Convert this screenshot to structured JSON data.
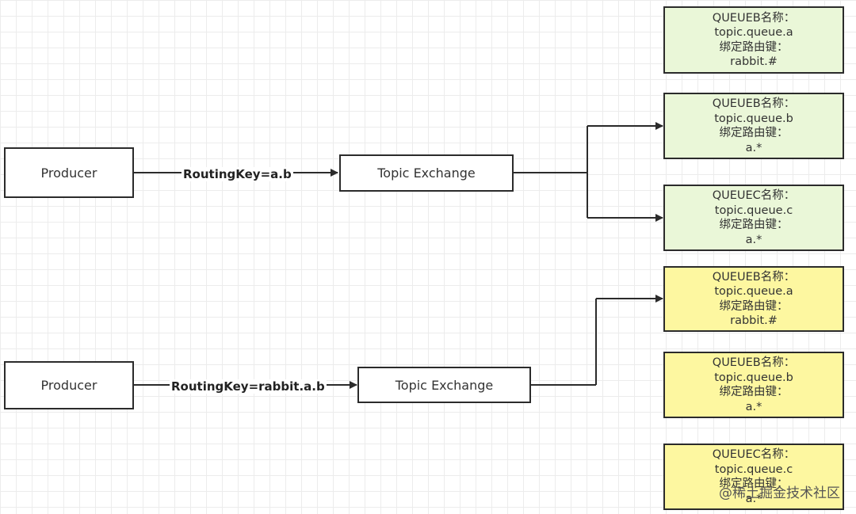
{
  "colors": {
    "green_fill": "#eaf7d8",
    "yellow_fill": "#fdf7a0",
    "stroke": "#2b2b2b"
  },
  "top": {
    "producer_label": "Producer",
    "routing_key": "RoutingKey=a.b",
    "exchange_label": "Topic Exchange",
    "queues": [
      {
        "name": "QUEUEB名称：",
        "queue": "topic.queue.a",
        "bind_label": "绑定路由键：",
        "key": "rabbit.#"
      },
      {
        "name": "QUEUEB名称：",
        "queue": "topic.queue.b",
        "bind_label": "绑定路由键：",
        "key": "a.*"
      },
      {
        "name": "QUEUEC名称：",
        "queue": "topic.queue.c",
        "bind_label": "绑定路由键：",
        "key": "a.*"
      }
    ]
  },
  "bottom": {
    "producer_label": "Producer",
    "routing_key": "RoutingKey=rabbit.a.b",
    "exchange_label": "Topic Exchange",
    "queues": [
      {
        "name": "QUEUEB名称：",
        "queue": "topic.queue.a",
        "bind_label": "绑定路由键：",
        "key": "rabbit.#"
      },
      {
        "name": "QUEUEB名称：",
        "queue": "topic.queue.b",
        "bind_label": "绑定路由键：",
        "key": "a.*"
      },
      {
        "name": "QUEUEC名称：",
        "queue": "topic.queue.c",
        "bind_label": "绑定路由键：",
        "key": "a.*"
      }
    ]
  },
  "watermark": "@稀土掘金技术社区"
}
